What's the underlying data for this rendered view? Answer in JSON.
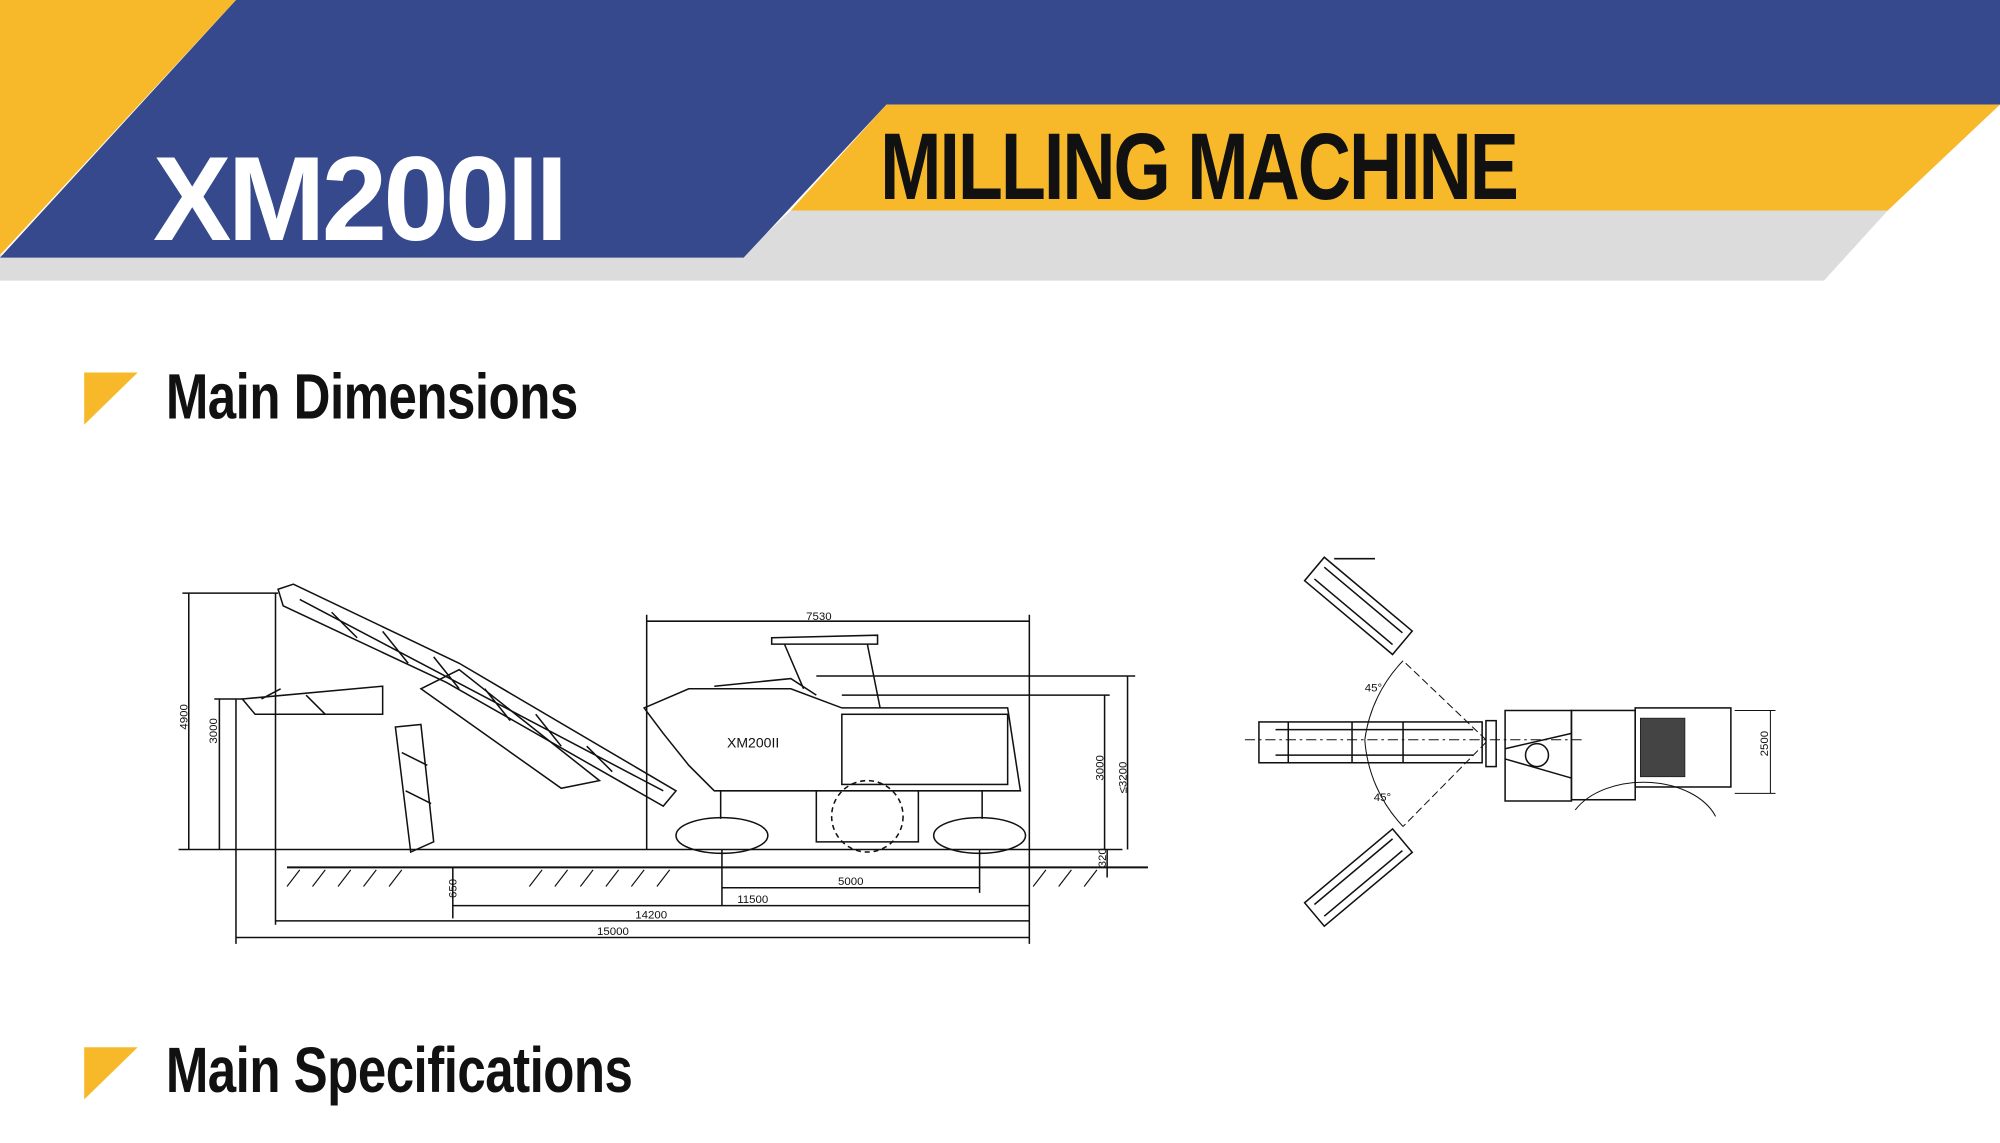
{
  "header": {
    "model": "XM200II",
    "product": "MILLING MACHINE",
    "colors": {
      "blue": "#35498c",
      "yellow": "#f7b92a",
      "gray": "#dcdcdc"
    }
  },
  "sections": [
    {
      "title": "Main Dimensions",
      "icon": "yellow-triangle-icon"
    },
    {
      "title": "Main Specifications",
      "icon": "yellow-triangle-icon"
    }
  ],
  "side_view": {
    "machine_label": "XM200II",
    "dimensions": {
      "cab_length": "7530",
      "max_height": "4900",
      "discharge_height": "3000",
      "machine_height": "3000",
      "roof_height": "≤3200",
      "milling_depth": "320",
      "track_base": "5000",
      "length_conveyor_down": "11500",
      "length_14200": "14200",
      "total_length": "15000",
      "cut_depth": "650"
    }
  },
  "top_view": {
    "swing_angle_top": "45°",
    "swing_angle_bottom": "45°",
    "width": "2500"
  }
}
